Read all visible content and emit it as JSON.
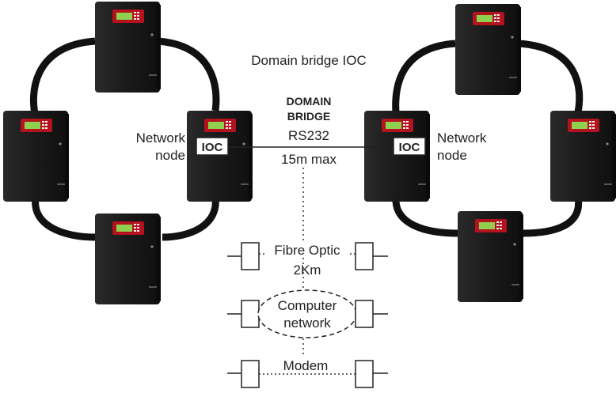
{
  "title": "Domain bridge IOC",
  "bridge": {
    "heading_line1": "DOMAIN",
    "heading_line2": "BRIDGE",
    "protocol": "RS232",
    "max_length": "15m max"
  },
  "left_node": {
    "label_line1": "Network",
    "label_line2": "node",
    "ioc": "IOC"
  },
  "right_node": {
    "label_line1": "Network",
    "label_line2": "node",
    "ioc": "IOC"
  },
  "options": {
    "fibre_line1": "Fibre Optic",
    "fibre_line2": "2Km",
    "computer_line1": "Computer",
    "computer_line2": "network",
    "modem": "Modem"
  },
  "colors": {
    "panel_body": "#1c1c1c",
    "panel_bezel": "#b3121e",
    "panel_screen": "#8fd14f",
    "loop_cable": "#111111",
    "ioc_box": "#ffffff"
  }
}
